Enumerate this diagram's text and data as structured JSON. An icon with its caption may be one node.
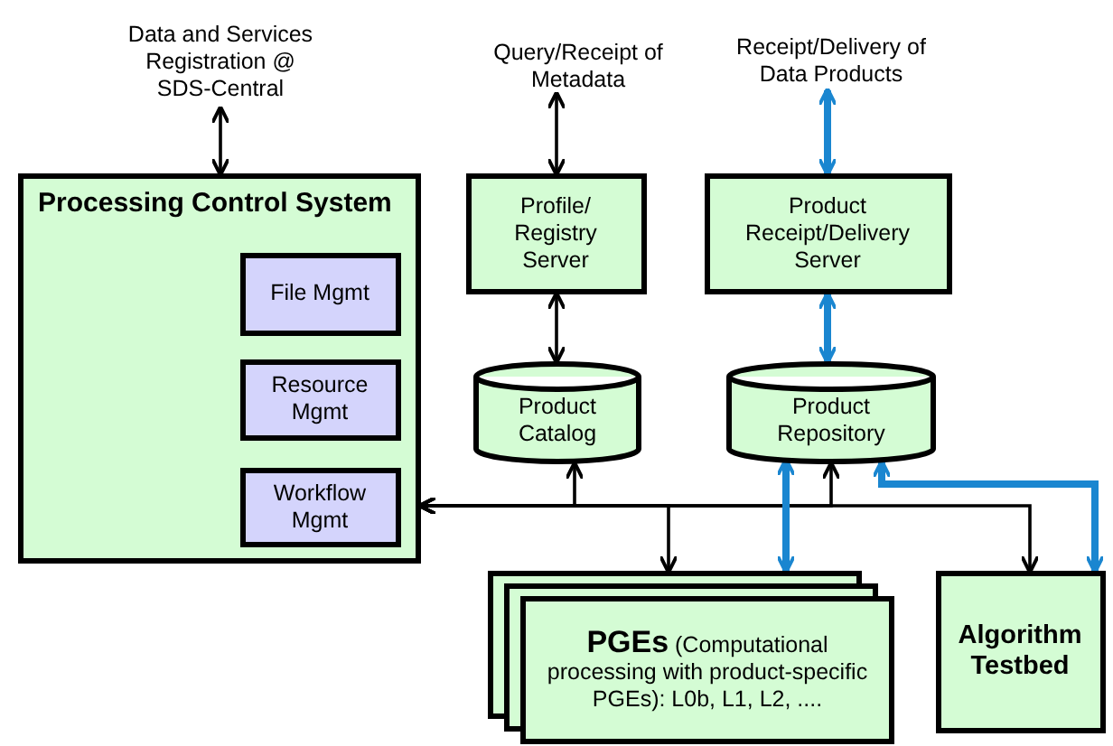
{
  "diagram": {
    "nodes": [
      {
        "text": [
          "Data and Services Registration @ SDS-Central"
        ]
      },
      {
        "text": [
          "Query/Receipt of Metadata"
        ]
      },
      {
        "text": [
          "Receipt/Delivery of Data Products"
        ]
      },
      {
        "text": [
          "Processing Control System"
        ]
      },
      {
        "text": [
          "File Mgmt"
        ],
        "in": 3
      },
      {
        "text": [
          "Resource Mgmt"
        ],
        "in": 3
      },
      {
        "text": [
          "Workflow Mgmt"
        ],
        "in": 3
      },
      {
        "text": [
          "Profile/ Registry Server"
        ]
      },
      {
        "text": [
          "Product Receipt/Delivery Server"
        ]
      },
      {
        "text": [
          "Product Catalog"
        ]
      },
      {
        "text": [
          "Product Repository"
        ]
      },
      {
        "text": [
          "**PGEs** (Computational processing with product-specific PGEs): L0b, L1, L2, ...."
        ]
      },
      {
        "text": [
          "Algorithm Testbed"
        ]
      }
    ],
    "edges": [
      {
        "from": 0,
        "to": 3,
        "arrow": "both"
      },
      {
        "from": 1,
        "to": 7,
        "arrow": "both"
      },
      {
        "from": 2,
        "to": 8,
        "arrow": "both",
        "style": "thick",
        "color": "#1a86d0"
      },
      {
        "from": 7,
        "to": 9,
        "arrow": "both"
      },
      {
        "from": 8,
        "to": 10,
        "arrow": "both",
        "style": "thick",
        "color": "#1a86d0"
      },
      {
        "from": 3,
        "to": 9,
        "arrow": "both"
      },
      {
        "from": 3,
        "to": 10,
        "arrow": "both"
      },
      {
        "from": 3,
        "to": 11,
        "arrow": "both"
      },
      {
        "from": 3,
        "to": 12,
        "arrow": "both"
      },
      {
        "from": 10,
        "to": 11,
        "arrow": "both",
        "style": "thick",
        "color": "#1a86d0"
      },
      {
        "from": 10,
        "to": 12,
        "arrow": "both",
        "style": "thick",
        "color": "#1a86d0"
      }
    ]
  }
}
